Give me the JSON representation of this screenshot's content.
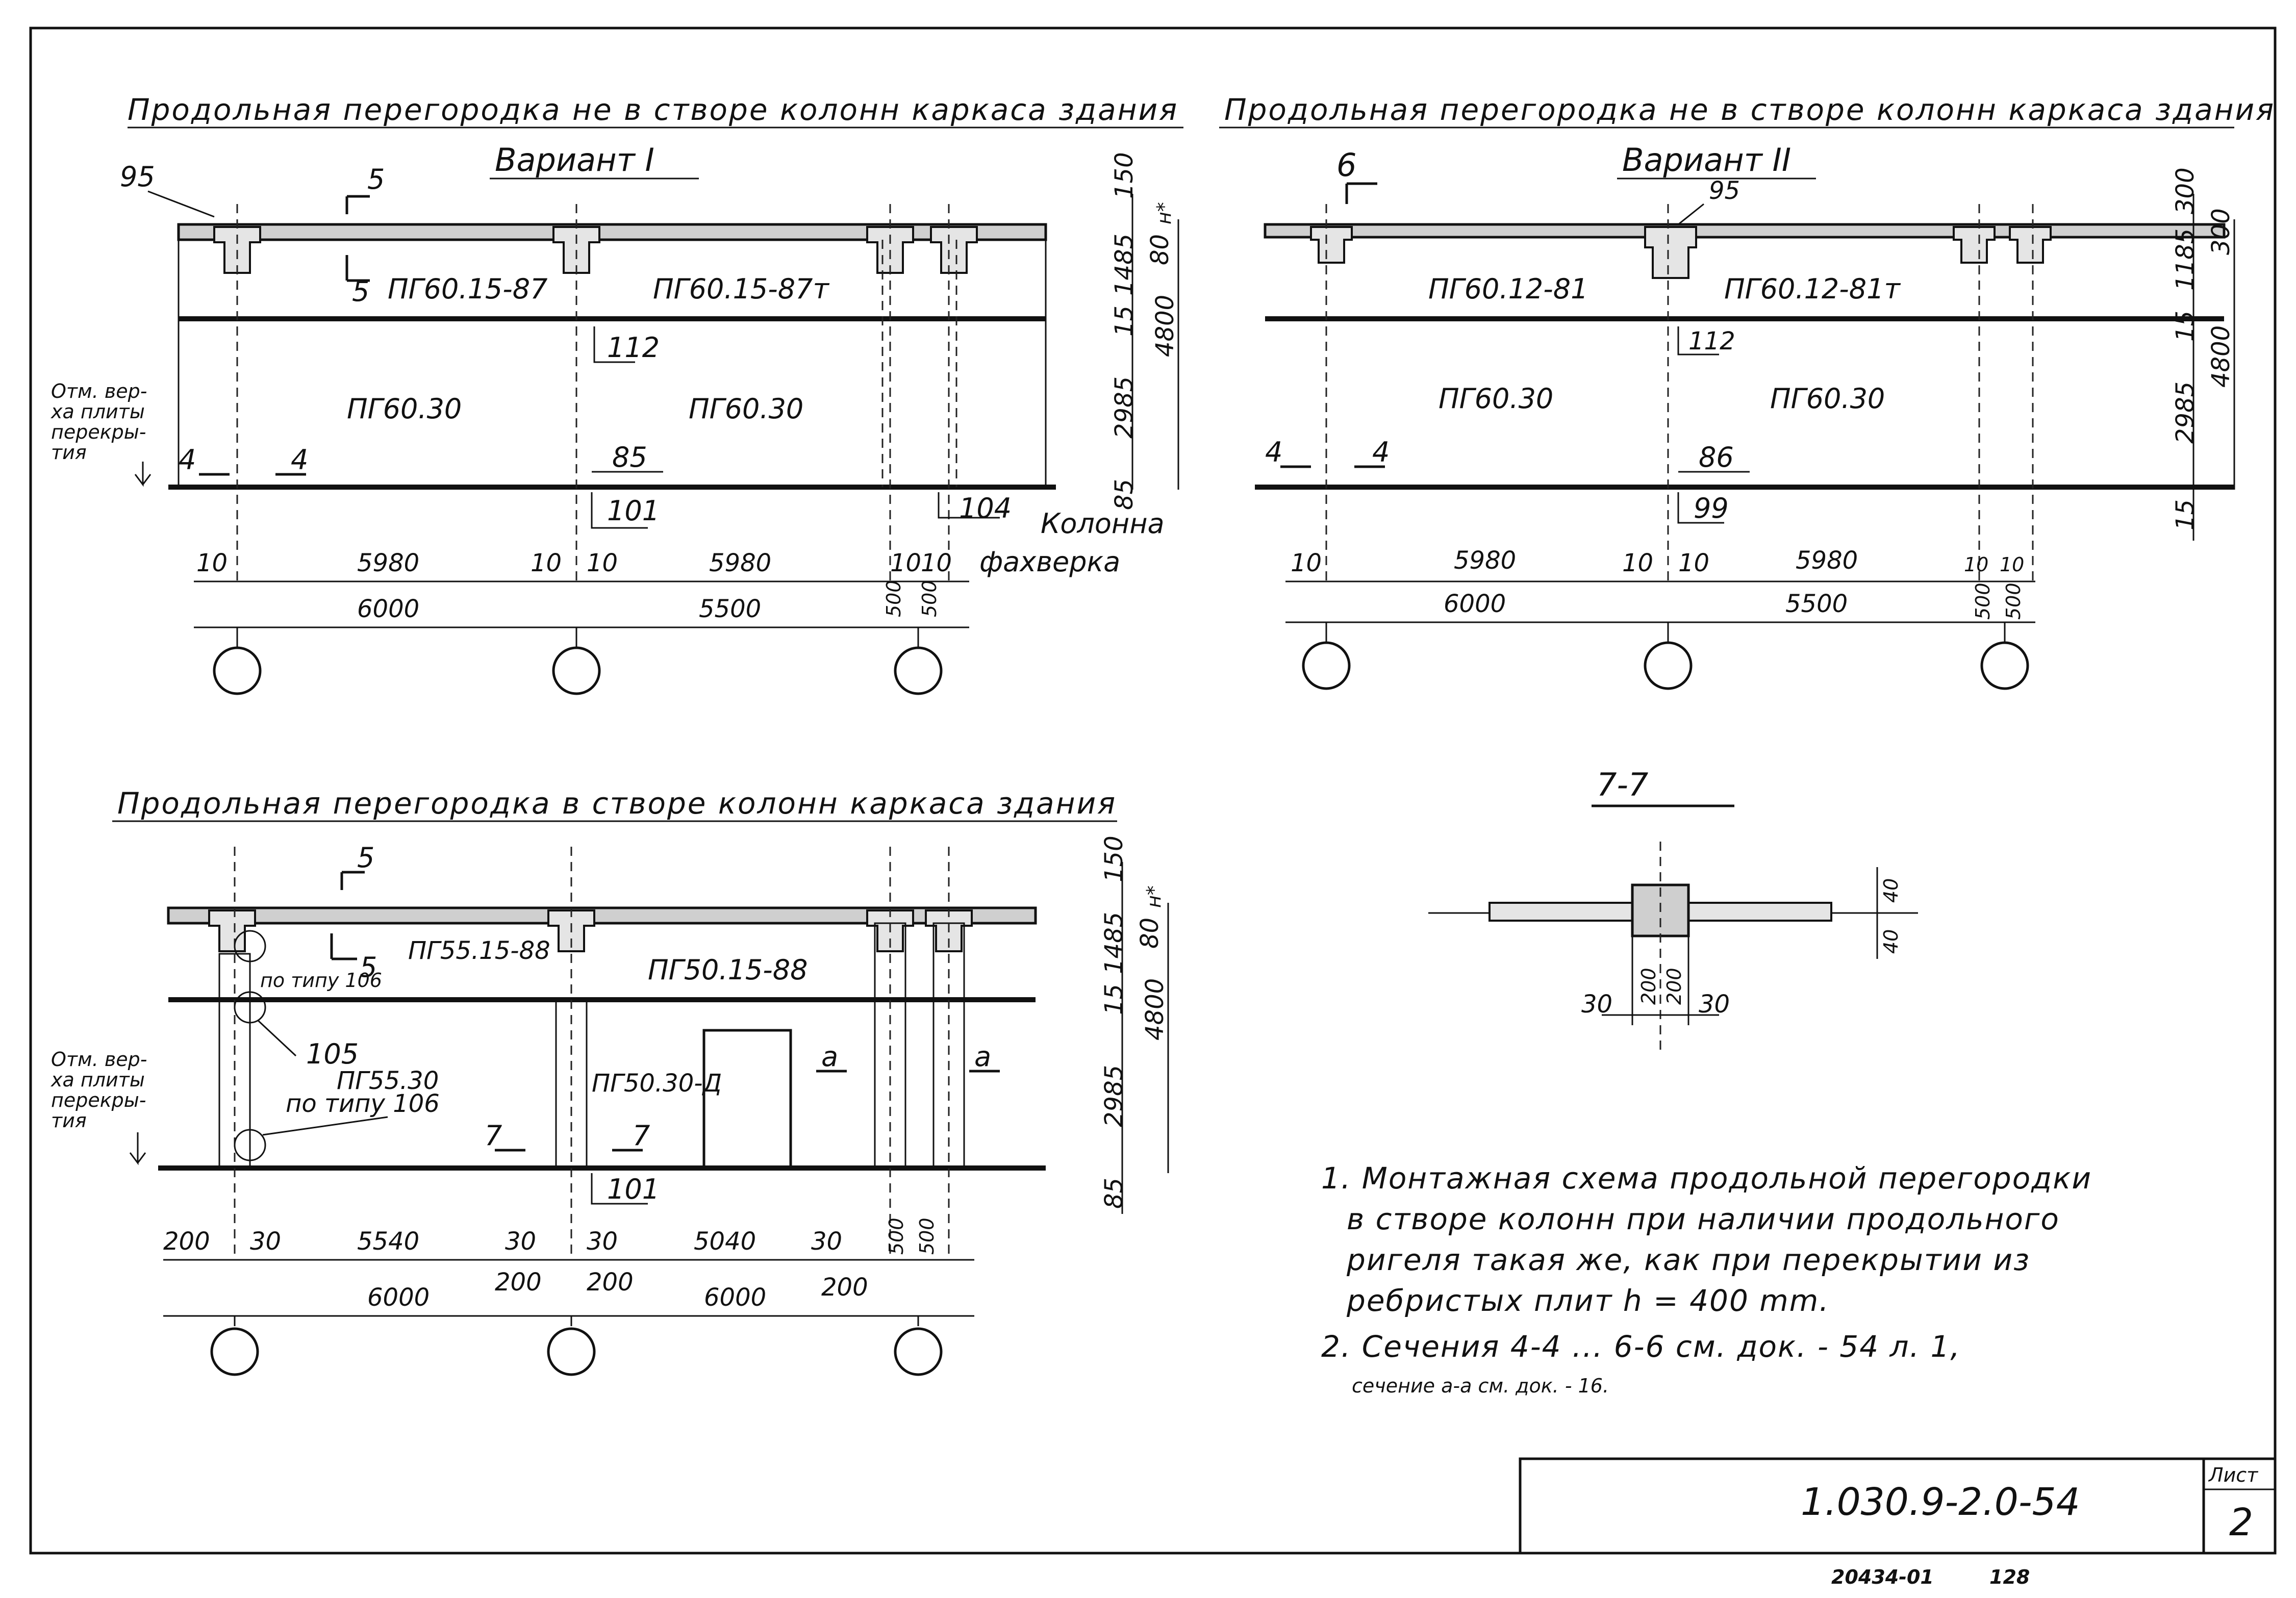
{
  "sheet": {
    "title_top_left": "Продольная перегородка не в створе колонн каркаса здания",
    "title_top_right": "Продольная перегородка не в створе колонн каркаса здания",
    "title_bottom_left": "Продольная перегородка в створе колонн каркаса здания",
    "variant_1": "Вариант I",
    "variant_2": "Вариант II",
    "section_77": "7-7",
    "doc_code": "1.030.9-2.0-54",
    "sheet_label": "Лист",
    "sheet_number": "2",
    "stamp": "20434-01",
    "stamp_num": "128"
  },
  "v1": {
    "callout_95": "95",
    "sec5": "5",
    "panel_top_left": "ПГ60.15-87",
    "panel_top_right": "ПГ60.15-87т",
    "panel_main_left": "ПГ60.30",
    "panel_main_right": "ПГ60.30",
    "n112": "112",
    "n85": "85",
    "n101": "101",
    "n104": "104",
    "sec4": "4",
    "mark_label": [
      "Отм. вер-",
      "ха плиты",
      "перекры-",
      "тия"
    ],
    "column_label": "Колонна",
    "column_label2": "фахверка",
    "dims_row1": [
      "10",
      "5980",
      "10",
      "10",
      "5980",
      "10",
      "10"
    ],
    "dims_row2": [
      "6000",
      "5500",
      "500",
      "500"
    ],
    "vdims": [
      "150",
      "1485",
      "15",
      "2985",
      "4800",
      "80",
      "85",
      "н*"
    ]
  },
  "v2": {
    "sec6": "6",
    "callout_95": "95",
    "panel_top_left": "ПГ60.12-81",
    "panel_top_right": "ПГ60.12-81т",
    "panel_main_left": "ПГ60.30",
    "panel_main_right": "ПГ60.30",
    "n112": "112",
    "n86": "86",
    "n99": "99",
    "sec4": "4",
    "dims_row1": [
      "10",
      "5980",
      "10",
      "10",
      "5980",
      "10",
      "10"
    ],
    "dims_row2": [
      "6000",
      "5500",
      "500",
      "500"
    ],
    "vdims": [
      "300",
      "1185",
      "300",
      "15",
      "2985",
      "4800",
      "15"
    ]
  },
  "v3": {
    "sec5": "5",
    "panel_top_left": "ПГ55.15-88",
    "panel_top_right": "ПГ50.15-88",
    "note_106": "по типу 106",
    "n105": "105",
    "panel_main_left": "ПГ55.30",
    "panel_main_left2": "по типу 106",
    "panel_main_right": "ПГ50.30-Д",
    "n101": "101",
    "sec7": "7",
    "sec_a": "а",
    "mark_label": [
      "Отм. вер-",
      "ха плиты",
      "перекры-",
      "тия"
    ],
    "dims_row1": [
      "200",
      "30",
      "5540",
      "30",
      "30",
      "5040",
      "30",
      "500",
      "500"
    ],
    "dims_row2": [
      "200",
      "200",
      "200"
    ],
    "dims_row3": [
      "6000",
      "6000"
    ],
    "vdims": [
      "150",
      "1485",
      "15",
      "2985",
      "4800",
      "80",
      "85",
      "н*"
    ]
  },
  "s77": {
    "dims_h": [
      "30",
      "200",
      "200",
      "30"
    ],
    "dims_v": [
      "40",
      "40"
    ]
  },
  "notes": [
    "1. Монтажная схема продольной перегородки",
    "в створе колонн при наличии продольного",
    "ригеля такая же, как при перекрытии из",
    "ребристых плит h = 400 mm.",
    "2. Сечения 4-4 ... 6-6 см. док. - 54 л. 1,",
    "сечение а-а см. док. - 16."
  ]
}
